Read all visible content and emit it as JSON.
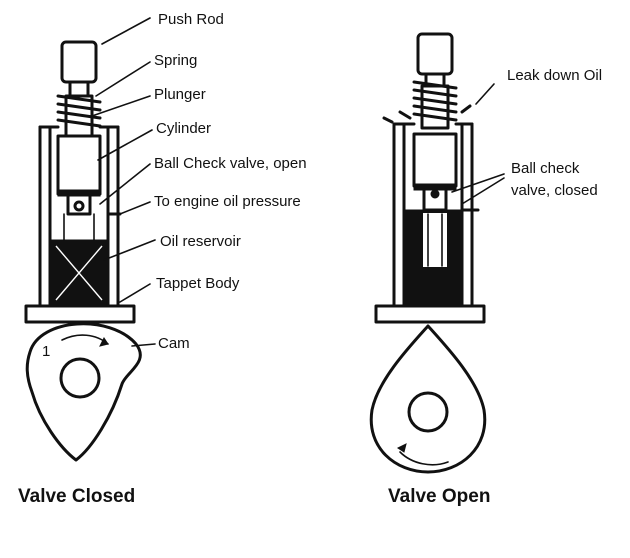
{
  "labels": {
    "push_rod": "Push Rod",
    "spring": "Spring",
    "plunger": "Plunger",
    "cylinder": "Cylinder",
    "ball_check_open": "Ball Check valve, open",
    "engine_oil": "To engine oil pressure",
    "oil_reservoir": "Oil reservoir",
    "tappet_body": "Tappet Body",
    "cam": "Cam",
    "leak_down": "Leak down Oil",
    "ball_check_closed_1": "Ball check",
    "ball_check_closed_2": "valve, closed"
  },
  "captions": {
    "left": "Valve Closed",
    "right": "Valve Open"
  },
  "cam_marker": "1"
}
